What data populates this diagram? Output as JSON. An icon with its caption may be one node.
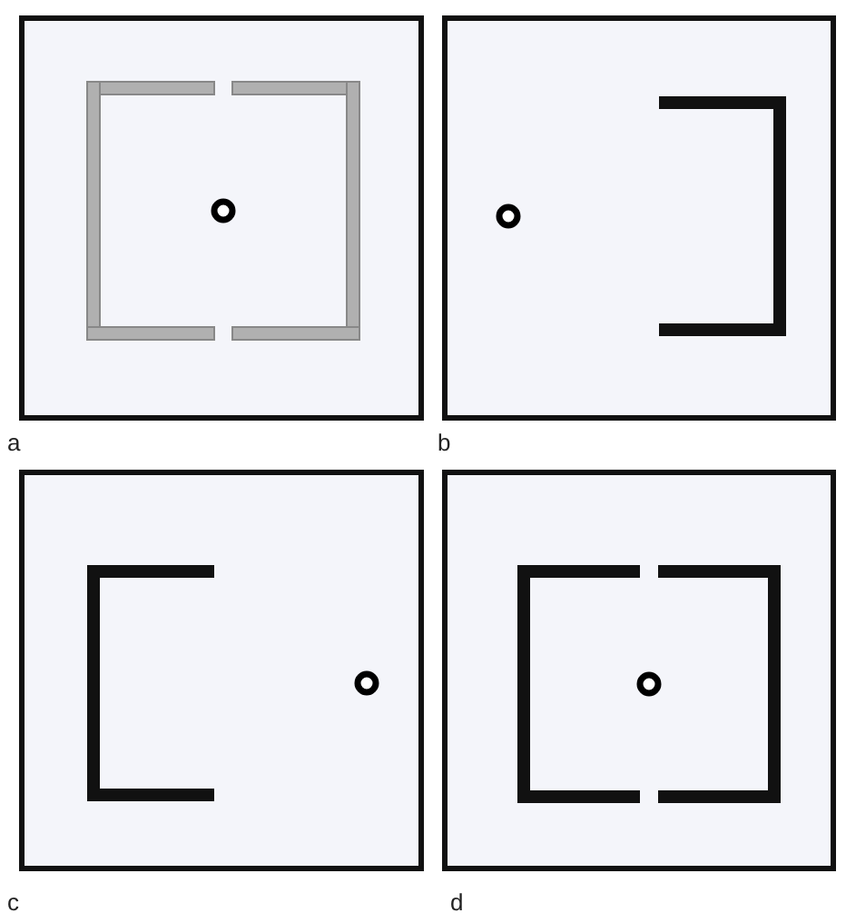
{
  "diagram": {
    "labels": [
      "a",
      "b",
      "c",
      "d"
    ]
  }
}
